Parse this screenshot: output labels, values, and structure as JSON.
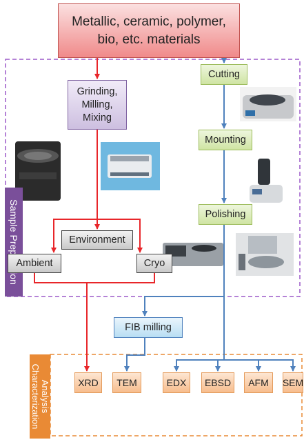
{
  "materials": {
    "line1": "Metallic, ceramic, polymer,",
    "line2": "bio, etc. materials"
  },
  "grinding": {
    "line1": "Grinding,",
    "line2": "Milling,",
    "line3": "Mixing"
  },
  "green_steps": {
    "cutting": "Cutting",
    "mounting": "Mounting",
    "polishing": "Polishing"
  },
  "environment": {
    "title": "Environment",
    "ambient": "Ambient",
    "cryo": "Cryo"
  },
  "fib": "FIB milling",
  "analysis_methods": [
    "XRD",
    "TEM",
    "EDX",
    "EBSD",
    "AFM",
    "SEM"
  ],
  "side_labels": {
    "sample_preparation": "Sample Preparation",
    "analysis": "Analysis",
    "characterization": "Characterization"
  },
  "colors": {
    "red_flow": "#e8262a",
    "blue_flow": "#4f81bd",
    "purple_dash": "#9b59c9",
    "orange_dash": "#e98a35",
    "purple_tab": "#7a4f9a",
    "orange_tab": "#e98a35"
  }
}
